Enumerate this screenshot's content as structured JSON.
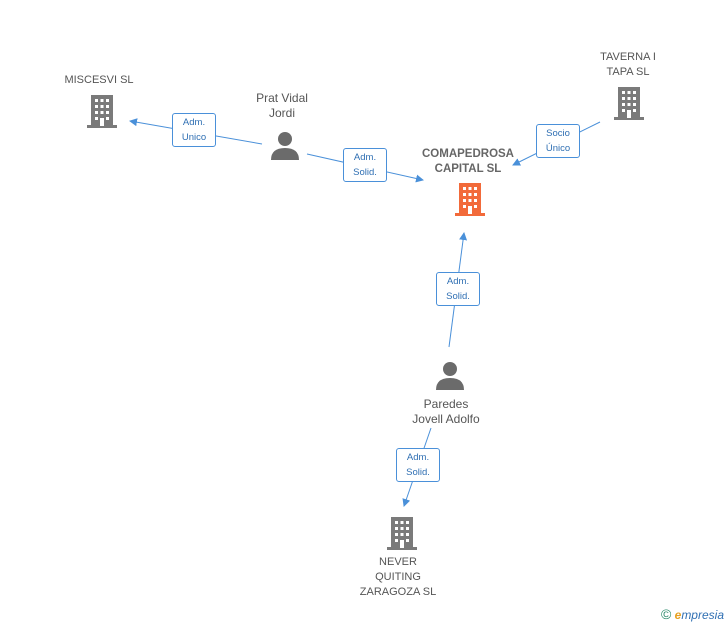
{
  "nodes": {
    "center": {
      "name": "COMAPEDROSA\nCAPITAL SL",
      "color": "#f26a3a"
    },
    "miscesvi": {
      "name": "MISCESVI SL"
    },
    "taverna": {
      "name": "TAVERNA I\nTAPA  SL"
    },
    "never": {
      "name": "NEVER\nQUITING\nZARAGOZA SL"
    },
    "prat": {
      "name": "Prat Vidal\nJordi"
    },
    "paredes": {
      "name": "Paredes\nJovell Adolfo"
    }
  },
  "relations": {
    "prat_miscesvi": "Adm.\nUnico",
    "prat_center": "Adm.\nSolid.",
    "taverna_center": "Socio\nÚnico",
    "paredes_center": "Adm.\nSolid.",
    "paredes_never": "Adm.\nSolid."
  },
  "colors": {
    "edge": "#4a90d9",
    "company": "#7a7a7a",
    "person": "#6b6b6b"
  },
  "footer": {
    "copyright": "©",
    "brand_e": "e",
    "brand_rest": "mpresia"
  }
}
